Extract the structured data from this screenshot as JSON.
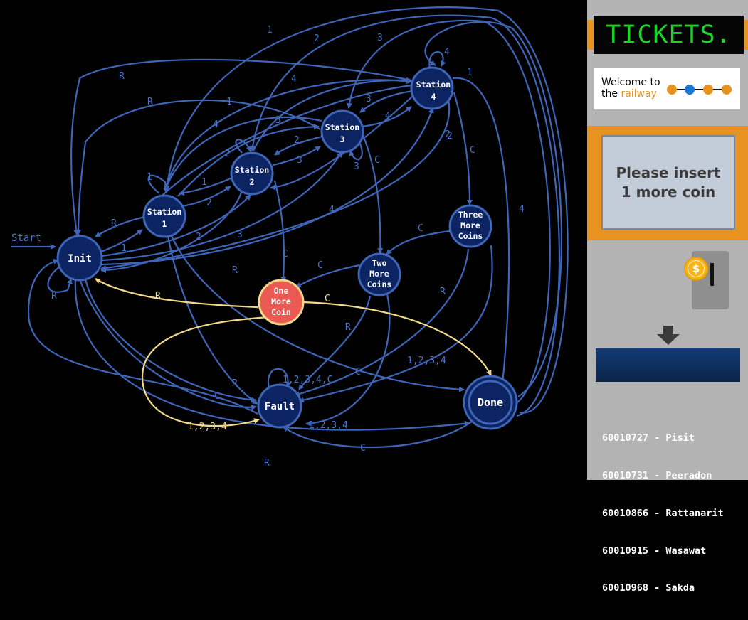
{
  "diagram": {
    "start_label": "Start",
    "states": [
      {
        "id": "init",
        "lines": [
          "Init"
        ],
        "kind": "state"
      },
      {
        "id": "s1",
        "lines": [
          "Station",
          "1"
        ],
        "kind": "state"
      },
      {
        "id": "s2",
        "lines": [
          "Station",
          "2"
        ],
        "kind": "state"
      },
      {
        "id": "s3",
        "lines": [
          "Station",
          "3"
        ],
        "kind": "state"
      },
      {
        "id": "s4",
        "lines": [
          "Station",
          "4"
        ],
        "kind": "state"
      },
      {
        "id": "three",
        "lines": [
          "Three",
          "More",
          "Coins"
        ],
        "kind": "state"
      },
      {
        "id": "two",
        "lines": [
          "Two",
          "More",
          "Coins"
        ],
        "kind": "state"
      },
      {
        "id": "one",
        "lines": [
          "One",
          "More",
          "Coin"
        ],
        "kind": "active"
      },
      {
        "id": "fault",
        "lines": [
          "Fault"
        ],
        "kind": "state"
      },
      {
        "id": "done",
        "lines": [
          "Done"
        ],
        "kind": "final"
      }
    ],
    "edge_labels": [
      {
        "text": "1"
      },
      {
        "text": "2"
      },
      {
        "text": "3"
      },
      {
        "text": "4"
      },
      {
        "text": "1"
      },
      {
        "text": "R"
      },
      {
        "text": "R"
      },
      {
        "text": "4"
      },
      {
        "text": "4"
      },
      {
        "text": "3"
      },
      {
        "text": "3"
      },
      {
        "text": "4"
      },
      {
        "text": "1"
      },
      {
        "text": "1"
      },
      {
        "text": "2"
      },
      {
        "text": "2"
      },
      {
        "text": "2"
      },
      {
        "text": "2"
      },
      {
        "text": "3"
      },
      {
        "text": "C"
      },
      {
        "text": "3"
      },
      {
        "text": "C"
      },
      {
        "text": "4"
      },
      {
        "text": "1"
      },
      {
        "text": "1"
      },
      {
        "text": "2"
      },
      {
        "text": "R"
      },
      {
        "text": "2"
      },
      {
        "text": "3"
      },
      {
        "text": "R"
      },
      {
        "text": "C"
      },
      {
        "text": "C"
      },
      {
        "text": "C"
      },
      {
        "text": "R"
      },
      {
        "text": "4"
      },
      {
        "text": "R"
      },
      {
        "text": "R"
      },
      {
        "text": "1,2,3,4"
      },
      {
        "text": "1,2,3,4,C"
      },
      {
        "text": "C"
      },
      {
        "text": "R"
      },
      {
        "text": "C"
      },
      {
        "text": "1,2,3,4"
      },
      {
        "text": "C"
      },
      {
        "text": "R"
      },
      {
        "text": "R",
        "tone": "yellow"
      },
      {
        "text": "C",
        "tone": "yellow"
      },
      {
        "text": "1,2,3,4",
        "tone": "yellow"
      }
    ]
  },
  "panel": {
    "display_text": "TICKETS.",
    "welcome_line1": "Welcome to",
    "welcome_the": "the ",
    "welcome_railway": "railway",
    "screen_line1": "Please insert",
    "screen_line2": "1 more coin",
    "coin_symbol": "$",
    "members": [
      "60010727 - Pisit",
      "60010731 - Peeradon",
      "60010866 - Rattanarit",
      "60010915 - Wasawat",
      "60010968 - Sakda"
    ]
  },
  "colors": {
    "edge": "#3e65b8",
    "active_edge": "#f1d98a",
    "state_fill": "#0d2463",
    "state_ring": "#3e65b8",
    "active_fill": "#ea5a52",
    "accent_orange": "#e8931f",
    "display_green": "#1ed32a"
  }
}
